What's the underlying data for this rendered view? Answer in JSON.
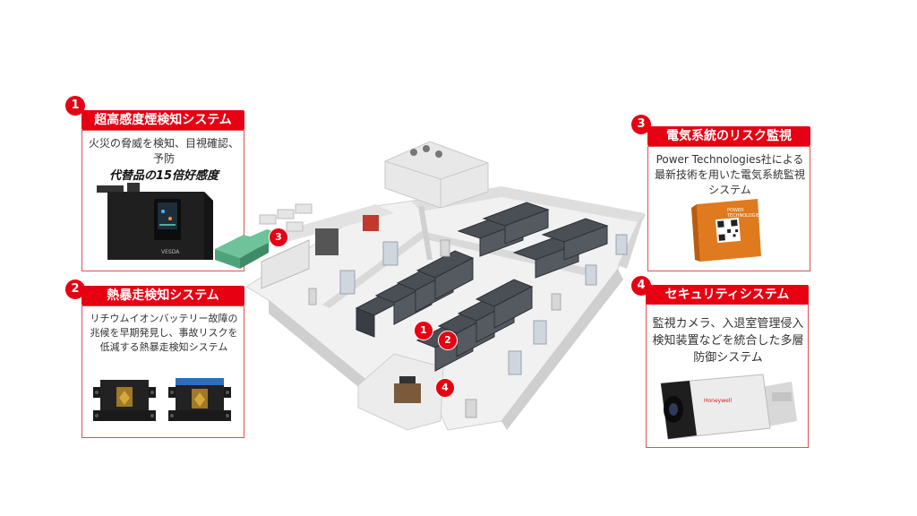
{
  "colors": {
    "accent": "#e60012",
    "border": "#e05050"
  },
  "panels": [
    {
      "num": "1",
      "title": "超高感度煙検知システム",
      "desc": "火災の脅威を検知、目視確認、予防",
      "highlight": "代替品の15倍好感度",
      "device_label": "VESDA"
    },
    {
      "num": "2",
      "title": "熱暴走検知システム",
      "desc": "リチウムイオンバッテリー故障の兆候を早期発見し、事故リスクを低減する熱暴走検知システム"
    },
    {
      "num": "3",
      "title": "電気系統のリスク監視",
      "desc": "Power Technologies社による最新技術を用いた電気系統監視システム",
      "device_label": "POWER TECHNOLOGIES"
    },
    {
      "num": "4",
      "title": "セキュリティシステム",
      "desc": "監視カメラ、入退室管理侵入検知装置などを統合した多層防御システム",
      "device_label": "Honeywell"
    }
  ],
  "markers": [
    "1",
    "2",
    "3",
    "4"
  ]
}
